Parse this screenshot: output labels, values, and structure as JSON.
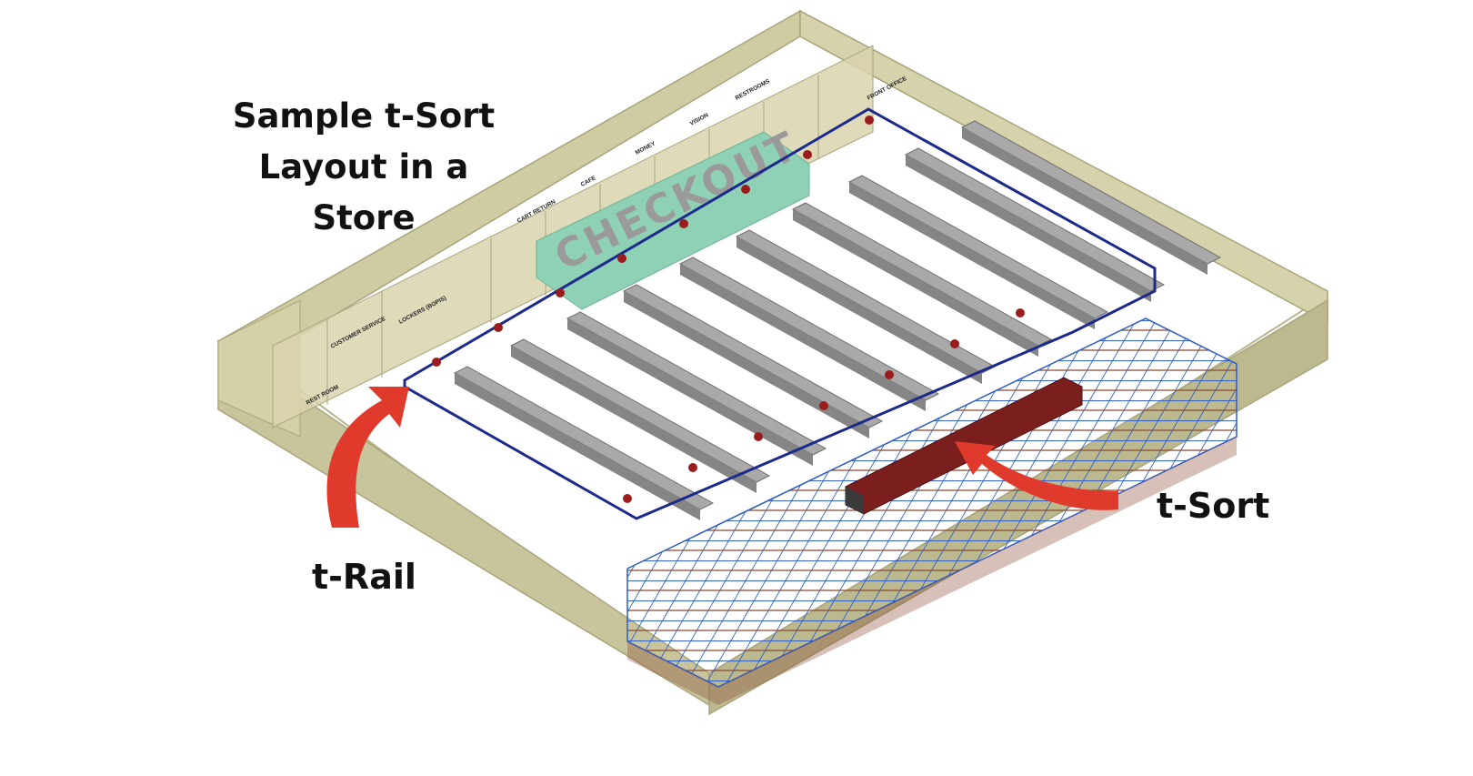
{
  "title": {
    "line1": "Sample t-Sort",
    "line2": "Layout in a",
    "line3": "Store"
  },
  "labels": {
    "rail": "t-Rail",
    "sort": "t-Sort",
    "checkout": "CHECKOUT"
  },
  "rooms": [
    {
      "id": "rest-room",
      "label": "REST ROOM"
    },
    {
      "id": "customer-service",
      "label": "CUSTOMER SERVICE"
    },
    {
      "id": "lockers",
      "label": "LOCKERS (BOPIS)"
    },
    {
      "id": "cart-return",
      "label": "CART RETURN"
    },
    {
      "id": "cafe",
      "label": "CAFE"
    },
    {
      "id": "money",
      "label": "MONEY"
    },
    {
      "id": "vision",
      "label": "VISION"
    },
    {
      "id": "restrooms",
      "label": "RESTROOMS"
    },
    {
      "id": "front-office",
      "label": "FRONT OFFICE"
    }
  ],
  "colors": {
    "wall": "#c8c49c",
    "wall_dark": "#a8a47c",
    "floor": "#ffffff",
    "checkout": "#8fd1b5",
    "rail": "#1c2a8c",
    "shelf": "#9c9c9c",
    "shelf_dark": "#6e6e6e",
    "rack_blue": "#2c5cc8",
    "rack_brown": "#8a4a30",
    "sorter": "#7a1e1e",
    "arrow": "#e03a2c"
  },
  "icons": [
    "red-arrow-icon"
  ]
}
